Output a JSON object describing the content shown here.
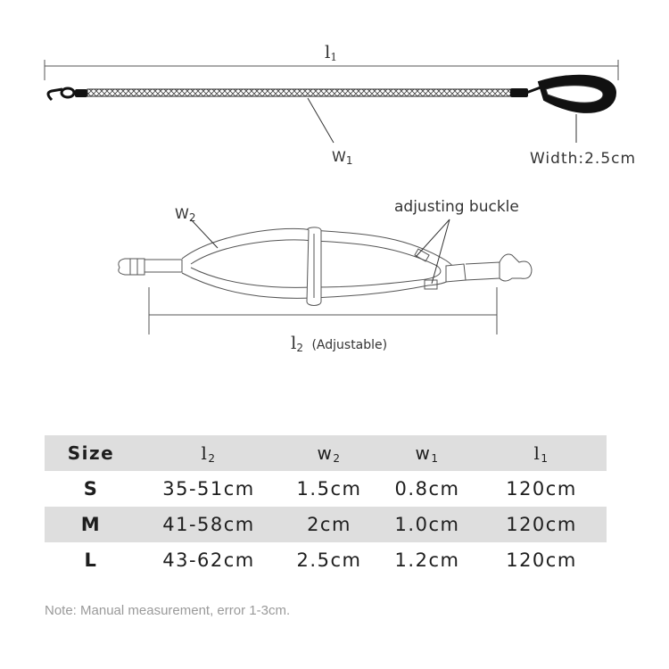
{
  "diagram": {
    "leash_length_label": "l",
    "leash_length_sub": "1",
    "leash_width_label": "W",
    "leash_width_sub": "1",
    "handle_width_text": "Width:2.5cm",
    "harness_width_label": "W",
    "harness_width_sub": "2",
    "buckle_label": "adjusting buckle",
    "harness_length_label": "l",
    "harness_length_sub": "2",
    "harness_length_note": "(Adjustable)"
  },
  "table": {
    "headers": [
      {
        "main": "Size",
        "sub": ""
      },
      {
        "main": "l",
        "sub": "2"
      },
      {
        "main": "w",
        "sub": "2"
      },
      {
        "main": "w",
        "sub": "1"
      },
      {
        "main": "l",
        "sub": "1"
      }
    ],
    "rows": [
      {
        "size": "S",
        "l2": "35-51cm",
        "w2": "1.5cm",
        "w1": "0.8cm",
        "l1": "120cm"
      },
      {
        "size": "M",
        "l2": "41-58cm",
        "w2": "2cm",
        "w1": "1.0cm",
        "l1": "120cm"
      },
      {
        "size": "L",
        "l2": "43-62cm",
        "w2": "2.5cm",
        "w1": "1.2cm",
        "l1": "120cm"
      }
    ]
  },
  "note": "Note: Manual measurement, error 1-3cm."
}
